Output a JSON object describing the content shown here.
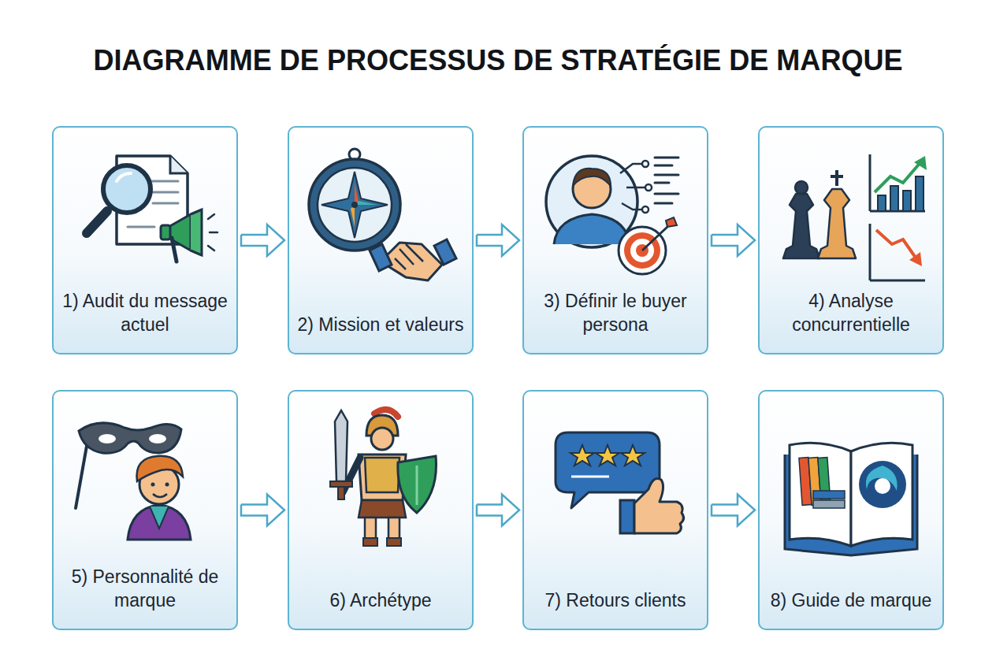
{
  "diagram": {
    "title": "DIAGRAMME DE PROCESSUS DE STRATÉGIE DE MARQUE",
    "nodes": [
      {
        "text": [
          "1) Audit du message actuel"
        ]
      },
      {
        "text": [
          "2) Mission et valeurs"
        ]
      },
      {
        "text": [
          "3) Définir le buyer persona"
        ]
      },
      {
        "text": [
          "4) Analyse concurrentielle"
        ]
      },
      {
        "text": [
          "5) Personnalité de marque"
        ]
      },
      {
        "text": [
          "6) Archétype"
        ]
      },
      {
        "text": [
          "7) Retours clients"
        ]
      },
      {
        "text": [
          "8) Guide de marque"
        ]
      }
    ],
    "edges": [
      {
        "from": 0,
        "to": 1,
        "arrow": "to"
      },
      {
        "from": 1,
        "to": 2,
        "arrow": "to"
      },
      {
        "from": 2,
        "to": 3,
        "arrow": "to"
      },
      {
        "from": 4,
        "to": 5,
        "arrow": "to"
      },
      {
        "from": 5,
        "to": 6,
        "arrow": "to"
      },
      {
        "from": 6,
        "to": 7,
        "arrow": "to"
      }
    ]
  }
}
